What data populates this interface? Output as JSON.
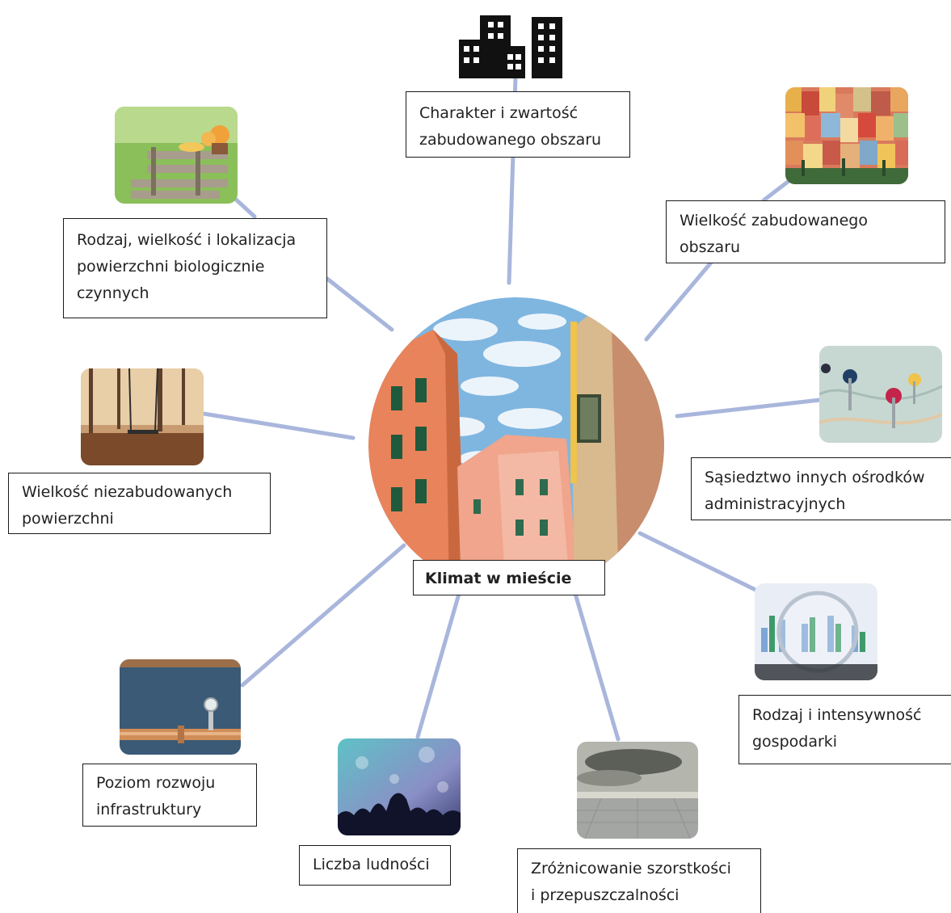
{
  "center": {
    "label": "Klimat w mieście"
  },
  "nodes": [
    {
      "id": "charakter",
      "lines": [
        "Charakter i zwartość",
        "zabudowanego obszaru"
      ],
      "icon": "buildings-icon"
    },
    {
      "id": "wielkosc-zab",
      "lines": [
        "Wielkość zabudowanego",
        "obszaru"
      ],
      "icon": "colorful-houses-photo"
    },
    {
      "id": "sasiedztwo",
      "lines": [
        "Sąsiedztwo innych ośrodków",
        "administracyjnych"
      ],
      "icon": "map-pins-photo"
    },
    {
      "id": "gospodarka",
      "lines": [
        "Rodzaj i intensywność",
        "gospodarki"
      ],
      "icon": "bar-chart-magnifier-photo"
    },
    {
      "id": "szorstkosc",
      "lines": [
        "Zróżnicowanie szorstkości",
        "i przepuszczalności"
      ],
      "icon": "cloudy-landscape-photo"
    },
    {
      "id": "ludnosc",
      "lines": [
        "Liczba ludności"
      ],
      "icon": "crowd-photo"
    },
    {
      "id": "infrastruktura",
      "lines": [
        "Poziom rozwoju",
        "infrastruktury"
      ],
      "icon": "pipes-photo"
    },
    {
      "id": "niezabudowane",
      "lines": [
        "Wielkość niezabudowanych",
        "powierzchni"
      ],
      "icon": "swing-park-photo"
    },
    {
      "id": "biologiczne",
      "lines": [
        "Rodzaj, wielkość i lokalizacja",
        "powierzchni biologicznie",
        "czynnych"
      ],
      "icon": "garden-bench-photo"
    }
  ],
  "colors": {
    "connector": "#a9b6dc",
    "border": "#1a1a1a"
  }
}
